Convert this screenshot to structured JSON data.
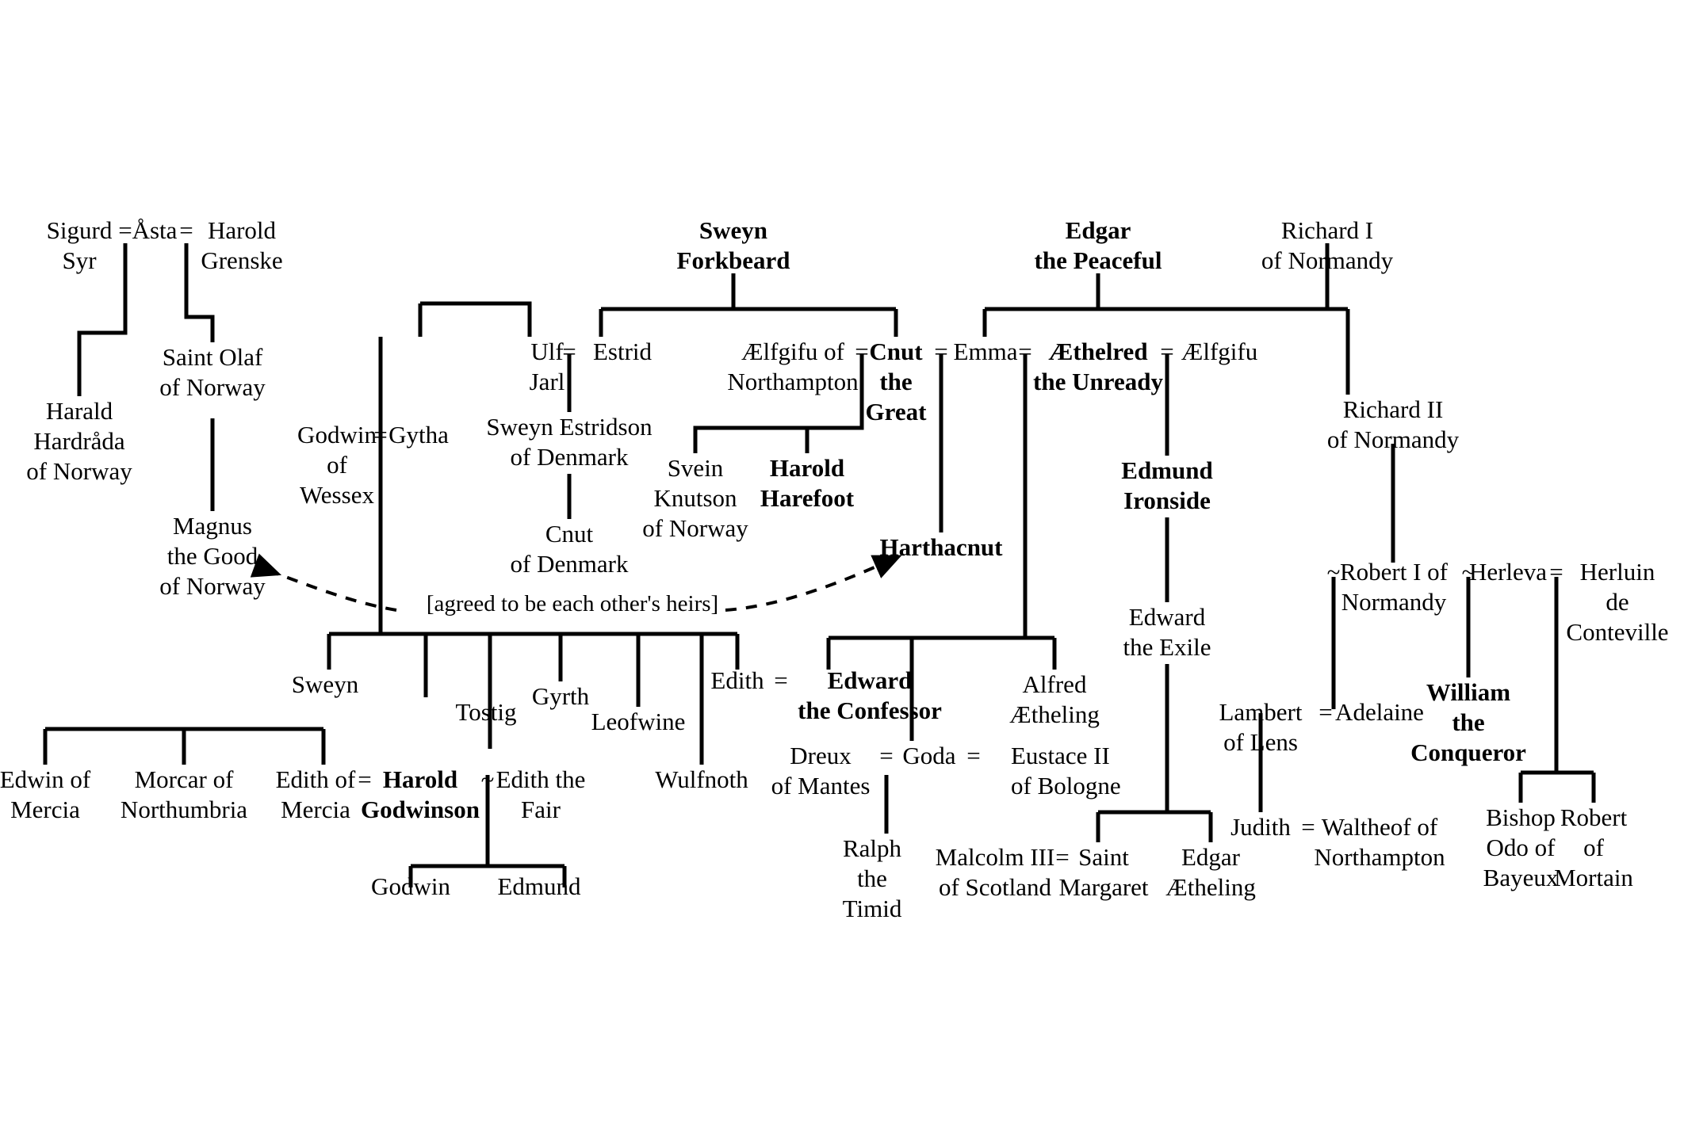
{
  "diagram": {
    "title": "Anglo-Saxon and Norman succession family tree",
    "line_color": "#000000",
    "background": "#ffffff"
  },
  "annotations": [
    {
      "id": "heirs",
      "text": "[agreed to be each other's heirs]"
    }
  ],
  "unions": [
    {
      "id": "u1",
      "symbol": "="
    },
    {
      "id": "u2",
      "symbol": "="
    },
    {
      "id": "u3",
      "symbol": "="
    },
    {
      "id": "u4",
      "symbol": "="
    },
    {
      "id": "u5",
      "symbol": "="
    },
    {
      "id": "u6",
      "symbol": "="
    },
    {
      "id": "u7",
      "symbol": "="
    },
    {
      "id": "u8",
      "symbol": "="
    },
    {
      "id": "u9",
      "symbol": "="
    },
    {
      "id": "u10",
      "symbol": "="
    },
    {
      "id": "u11",
      "symbol": "~"
    },
    {
      "id": "u12",
      "symbol": "~"
    },
    {
      "id": "u13",
      "symbol": "~"
    },
    {
      "id": "u14",
      "symbol": "="
    },
    {
      "id": "u15",
      "symbol": "="
    },
    {
      "id": "u16",
      "symbol": "="
    },
    {
      "id": "u17",
      "symbol": "="
    },
    {
      "id": "u18",
      "symbol": "="
    },
    {
      "id": "u19",
      "symbol": "="
    },
    {
      "id": "u20",
      "symbol": "="
    },
    {
      "id": "u21",
      "symbol": "="
    }
  ],
  "people": [
    {
      "id": "sigurd_syr",
      "name": "Sigurd\nSyr",
      "bold": false
    },
    {
      "id": "asta",
      "name": "Åsta",
      "bold": false
    },
    {
      "id": "harold_grenske",
      "name": "Harold\nGrenske",
      "bold": false
    },
    {
      "id": "harald_hardrada",
      "name": "Harald\nHardråda\nof Norway",
      "bold": false
    },
    {
      "id": "saint_olaf",
      "name": "Saint Olaf\nof Norway",
      "bold": false
    },
    {
      "id": "magnus_good",
      "name": "Magnus\nthe Good\nof Norway",
      "bold": false
    },
    {
      "id": "godwin_wessex",
      "name": "Godwin\nof\nWessex",
      "bold": false
    },
    {
      "id": "gytha",
      "name": "Gytha",
      "bold": false
    },
    {
      "id": "ulf_jarl",
      "name": "Ulf\nJarl",
      "bold": false
    },
    {
      "id": "estrid",
      "name": "Estrid",
      "bold": false
    },
    {
      "id": "sweyn_estridson",
      "name": "Sweyn Estridson\nof Denmark",
      "bold": false
    },
    {
      "id": "cnut_denmark",
      "name": "Cnut\nof Denmark",
      "bold": false
    },
    {
      "id": "sweyn_forkbeard",
      "name": "Sweyn\nForkbeard",
      "bold": true
    },
    {
      "id": "aelfgifu_north",
      "name": "Ælfgifu of\nNorthampton",
      "bold": false
    },
    {
      "id": "cnut_great",
      "name": "Cnut\nthe\nGreat",
      "bold": true
    },
    {
      "id": "svein_knutson",
      "name": "Svein\nKnutson\nof Norway",
      "bold": false
    },
    {
      "id": "harold_harefoot",
      "name": "Harold\nHarefoot",
      "bold": true
    },
    {
      "id": "harthacnut",
      "name": "Harthacnut",
      "bold": true
    },
    {
      "id": "emma",
      "name": "Emma",
      "bold": false
    },
    {
      "id": "edgar_peaceful",
      "name": "Edgar\nthe Peaceful",
      "bold": true
    },
    {
      "id": "aethelred",
      "name": "Æthelred\nthe Unready",
      "bold": true
    },
    {
      "id": "aelfgifu",
      "name": "Ælfgifu",
      "bold": false
    },
    {
      "id": "edmund_ironside",
      "name": "Edmund\nIronside",
      "bold": true
    },
    {
      "id": "edward_exile",
      "name": "Edward\nthe Exile",
      "bold": false
    },
    {
      "id": "richard_i",
      "name": "Richard I\nof Normandy",
      "bold": false
    },
    {
      "id": "richard_ii",
      "name": "Richard II\nof Normandy",
      "bold": false
    },
    {
      "id": "robert_i",
      "name": "Robert I of\nNormandy",
      "bold": false
    },
    {
      "id": "herleva",
      "name": "Herleva",
      "bold": false
    },
    {
      "id": "herluin",
      "name": "Herluin de\nConteville",
      "bold": false
    },
    {
      "id": "william_conq",
      "name": "William\nthe\nConqueror",
      "bold": true
    },
    {
      "id": "bishop_odo",
      "name": "Bishop\nOdo of\nBayeux",
      "bold": false
    },
    {
      "id": "robert_mortain",
      "name": "Robert\nof\nMortain",
      "bold": false
    },
    {
      "id": "sweyn_godwinson",
      "name": "Sweyn",
      "bold": false
    },
    {
      "id": "tostig",
      "name": "Tostig",
      "bold": false
    },
    {
      "id": "gyrth",
      "name": "Gyrth",
      "bold": false
    },
    {
      "id": "leofwine",
      "name": "Leofwine",
      "bold": false
    },
    {
      "id": "wulfnoth",
      "name": "Wulfnoth",
      "bold": false
    },
    {
      "id": "edith_godwin",
      "name": "Edith",
      "bold": false
    },
    {
      "id": "edward_confessor",
      "name": "Edward\nthe Confessor",
      "bold": true
    },
    {
      "id": "edwin_mercia",
      "name": "Edwin of\nMercia",
      "bold": false
    },
    {
      "id": "morcar_north",
      "name": "Morcar of\nNorthumbria",
      "bold": false
    },
    {
      "id": "edith_mercia",
      "name": "Edith of\nMercia",
      "bold": false
    },
    {
      "id": "harold_godwinson",
      "name": "Harold\nGodwinson",
      "bold": true
    },
    {
      "id": "edith_fair",
      "name": "Edith the\nFair",
      "bold": false
    },
    {
      "id": "godwin_son",
      "name": "Godwin",
      "bold": false
    },
    {
      "id": "edmund_son",
      "name": "Edmund",
      "bold": false
    },
    {
      "id": "dreux_mantes",
      "name": "Dreux\nof Mantes",
      "bold": false
    },
    {
      "id": "goda",
      "name": "Goda",
      "bold": false
    },
    {
      "id": "eustace_ii",
      "name": "Eustace II\nof Bologne",
      "bold": false
    },
    {
      "id": "ralph_timid",
      "name": "Ralph\nthe\nTimid",
      "bold": false
    },
    {
      "id": "alfred_aetheling",
      "name": "Alfred\nÆtheling",
      "bold": false
    },
    {
      "id": "malcolm_iii",
      "name": "Malcolm III\nof Scotland",
      "bold": false
    },
    {
      "id": "saint_margaret",
      "name": "Saint\nMargaret",
      "bold": false
    },
    {
      "id": "edgar_aetheling",
      "name": "Edgar\nÆtheling",
      "bold": false
    },
    {
      "id": "lambert_lens",
      "name": "Lambert\nof Lens",
      "bold": false
    },
    {
      "id": "adelaine",
      "name": "Adelaine",
      "bold": false
    },
    {
      "id": "judith",
      "name": "Judith",
      "bold": false
    },
    {
      "id": "waltheof",
      "name": "Waltheof of\nNorthampton",
      "bold": false
    }
  ]
}
